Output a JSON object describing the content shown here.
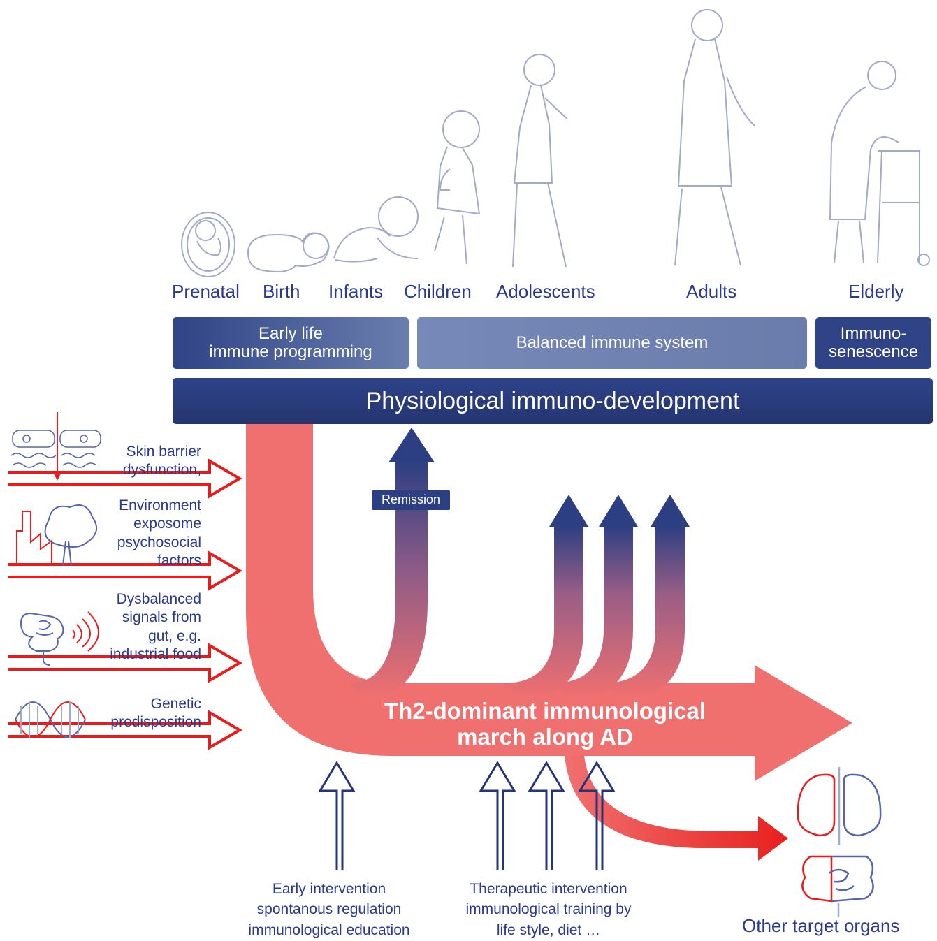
{
  "stages": {
    "prenatal": "Prenatal",
    "birth": "Birth",
    "infants": "Infants",
    "children": "Children",
    "adolescents": "Adolescents",
    "adults": "Adults",
    "elderly": "Elderly"
  },
  "phases": {
    "early_line1": "Early life",
    "early_line2": "immune programming",
    "balanced": "Balanced immune system",
    "senescence_line1": "Immuno-",
    "senescence_line2": "senescence"
  },
  "physiological": "Physiological immuno-development",
  "remission": "Remission",
  "march_line1": "Th2-dominant immunological",
  "march_line2": "march along AD",
  "factors": {
    "skin_line1": "Skin barrier",
    "skin_line2": "dysfunction,",
    "env_line1": "Environment",
    "env_line2": "exposome",
    "env_line3": "psychosocial",
    "env_line4": "factors",
    "gut_line1": "Dysbalanced",
    "gut_line2": "signals from",
    "gut_line3": "gut, e.g.",
    "gut_line4": "industrial food",
    "gen_line1": "Genetic",
    "gen_line2": "predisposition"
  },
  "interventions": {
    "early_line1": "Early intervention",
    "early_line2": "spontanous regulation",
    "early_line3": "immunological education",
    "thera_line1": "Therapeutic intervention",
    "thera_line2": "immunological training by",
    "thera_line3": "life style, diet …"
  },
  "other_organs": "Other target organs",
  "colors": {
    "navy": "#2a3a8c",
    "navy_dark": "#283a7a",
    "march_red": "#f07070",
    "factor_red": "#e81c1c",
    "figure_stroke": "#a3aac8"
  }
}
